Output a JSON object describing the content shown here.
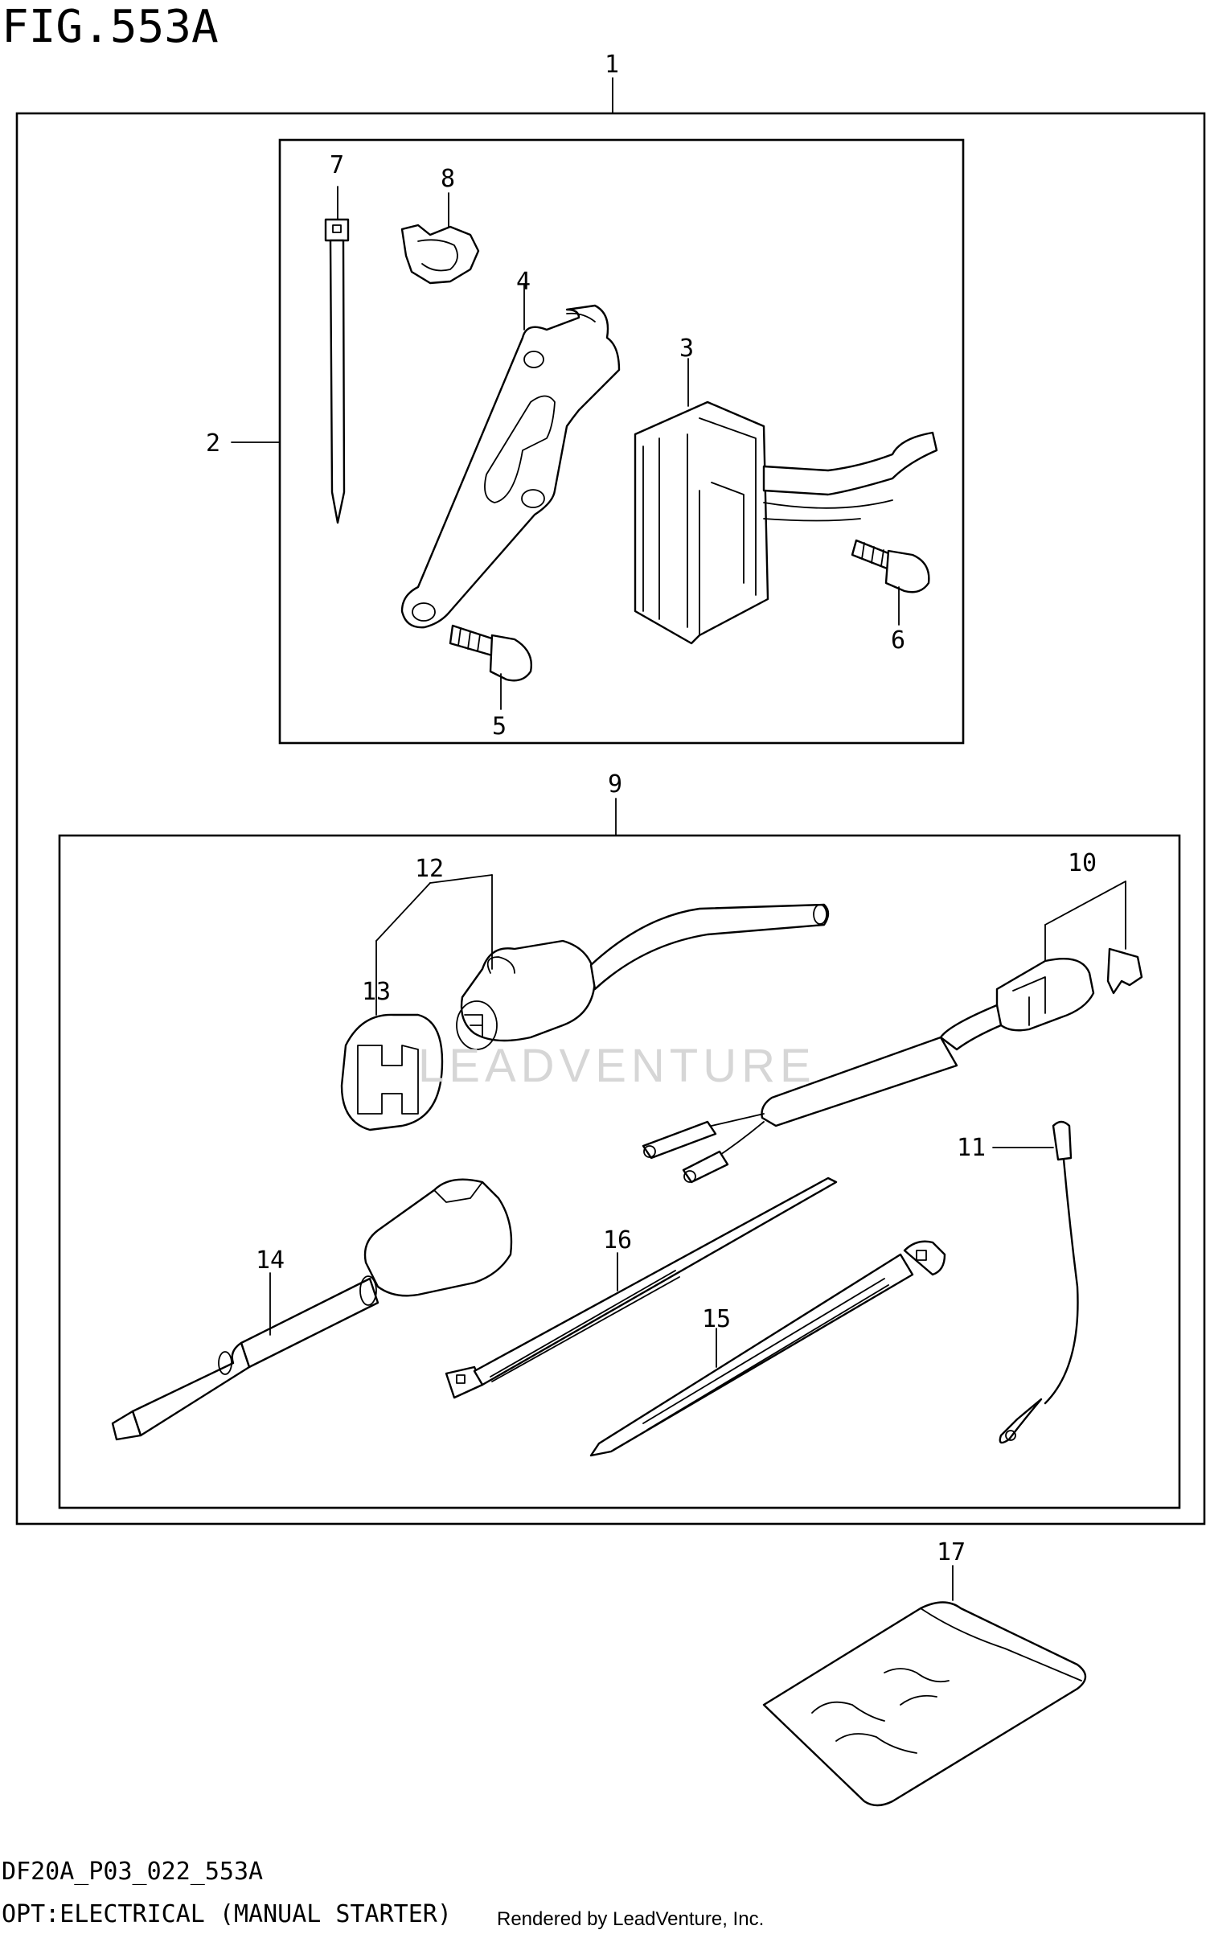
{
  "header": {
    "figure_title": "FIG.553A"
  },
  "footer": {
    "model_code": "DF20A_P03_022_553A",
    "caption": "OPT:ELECTRICAL (MANUAL STARTER)",
    "rendered_by": "Rendered by LeadVenture, Inc."
  },
  "watermark": {
    "text": "LEADVENTURE"
  },
  "callouts": [
    {
      "id": "1",
      "label": "1"
    },
    {
      "id": "2",
      "label": "2"
    },
    {
      "id": "3",
      "label": "3"
    },
    {
      "id": "4",
      "label": "4"
    },
    {
      "id": "5",
      "label": "5"
    },
    {
      "id": "6",
      "label": "6"
    },
    {
      "id": "7",
      "label": "7"
    },
    {
      "id": "8",
      "label": "8"
    },
    {
      "id": "9",
      "label": "9"
    },
    {
      "id": "10",
      "label": "10"
    },
    {
      "id": "11",
      "label": "11"
    },
    {
      "id": "12",
      "label": "12"
    },
    {
      "id": "13",
      "label": "13"
    },
    {
      "id": "14",
      "label": "14"
    },
    {
      "id": "15",
      "label": "15"
    },
    {
      "id": "16",
      "label": "16"
    },
    {
      "id": "17",
      "label": "17"
    }
  ]
}
